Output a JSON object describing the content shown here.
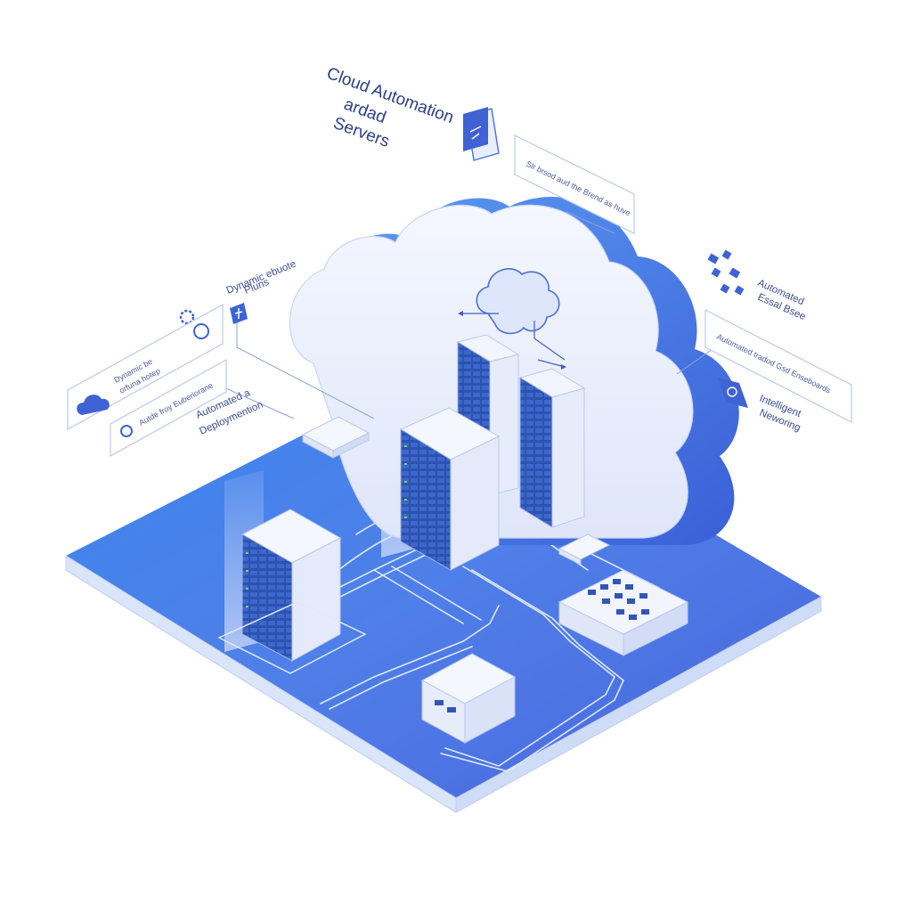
{
  "title": {
    "line1": "Cloud Automation",
    "line2": "ardad",
    "line3": "Servers"
  },
  "labels": {
    "dynamic": {
      "line1": "Dynamic ebuote",
      "line2": "Pluns"
    },
    "automated_deploy": {
      "line1": "Automated a",
      "line2": "Deploymention"
    },
    "automated_right": {
      "line1": "Automated",
      "line2": "Essal Bsee"
    },
    "intelligent": {
      "line1": "Intelligent",
      "line2": "Neworing"
    }
  },
  "cards": {
    "top_right": "Slr brsod aud the Brend as huve",
    "right_middle": "Automated tradod Gsd Enseboards",
    "left_upper": {
      "line1": "Dynamic be",
      "line2": "orfuna hotep"
    },
    "left_lower": "Autde froy Euberiorane"
  },
  "colors": {
    "platform_top": "#4a7fe6",
    "platform_edge": "#dfe8fb",
    "cloud_light": "#e8eefc",
    "cloud_dark": "#3f6fe0",
    "server_body": "#eef2fb",
    "server_front": "#2f57b8",
    "led_green": "#7ad35a",
    "ink": "#2b3f86"
  }
}
